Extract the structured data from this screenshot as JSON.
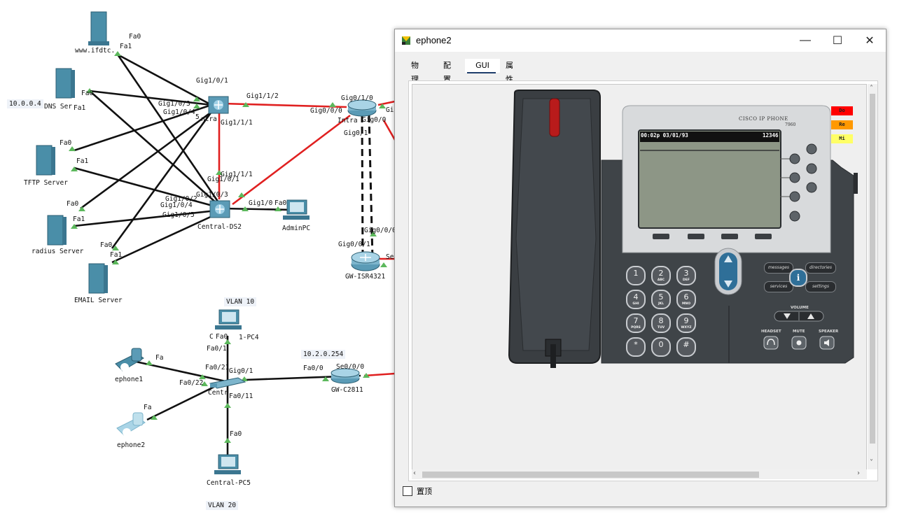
{
  "topology": {
    "devices": {
      "www": "www.ifdtc.",
      "dns": "DNS Ser",
      "dns_ip": "10.0.0.4",
      "tftp": "TFTP Server",
      "radius": "radius Server",
      "email": "EMAIL Server",
      "ds2": "Central-DS2",
      "admin": "AdminPC",
      "gw4321": "GW-ISR4321",
      "gw2811": "GW-C2811",
      "gw2811_ip": "10.2.0.254",
      "ephone1": "ephone1",
      "ephone2": "ephone2",
      "pc4": "1-PC4",
      "pc5": "Central-PC5",
      "central_sw": "Centr",
      "vlan10": "VLAN  10",
      "vlan20": "VLAN  20",
      "core_partial": "ntra",
      "router_partial": "Intra"
    },
    "ports": [
      "Fa0",
      "Fa1",
      "Fa0",
      "Fa1",
      "Fa0",
      "Fa1",
      "Fa0",
      "Fa1",
      "Fa0",
      "Fa1",
      "Gig1/0/1",
      "Gig1/0/3",
      "Gig1/0/4",
      "5",
      "Gig1/1/2",
      "Gig1/1/1",
      "Gig0/1/0",
      "Gig0/0/0",
      "Gig0/0",
      "Gig0/1",
      "Gig",
      "Gig1/1/1",
      "Gig1/0/1",
      "Gig1/0/3",
      "Gig1/0/2",
      "Gig1/0/4",
      "Gig1/0/5",
      "Gig1/0",
      "Fa0",
      "Gig0/0/0",
      "Gig0/0/1",
      "Se",
      "Fa0",
      "Fa0/1",
      "C",
      "Fa",
      "Fa0/21",
      "Gig0/1",
      "Fa0/22",
      "Fa0/11",
      "Fa",
      "Fa0",
      "Fa0/0",
      "Se0/0/0"
    ]
  },
  "window": {
    "title": "ephone2",
    "tabs": [
      "物理",
      "配置",
      "GUI",
      "属性"
    ],
    "active_tab": "GUI",
    "pin_label": "置顶",
    "minimize": "—",
    "maximize": "☐",
    "close": "✕"
  },
  "phone": {
    "brand": "CISCO IP PHONE",
    "model": "7960",
    "lcd_time": "00:02p 03/01/93",
    "lcd_ext": "12346",
    "side_buttons": [
      "Do",
      "Re",
      "Mi"
    ],
    "side_colors": [
      "#ff0000",
      "#ff9900",
      "#ffff66"
    ],
    "keys": [
      {
        "num": "1",
        "sub": ""
      },
      {
        "num": "2",
        "sub": "ABC"
      },
      {
        "num": "3",
        "sub": "DEF"
      },
      {
        "num": "4",
        "sub": "GHI"
      },
      {
        "num": "5",
        "sub": "JKL"
      },
      {
        "num": "6",
        "sub": "MNO"
      },
      {
        "num": "7",
        "sub": "PQRS"
      },
      {
        "num": "8",
        "sub": "TUV"
      },
      {
        "num": "9",
        "sub": "WXYZ"
      },
      {
        "num": "*",
        "sub": ""
      },
      {
        "num": "0",
        "sub": ""
      },
      {
        "num": "#",
        "sub": ""
      }
    ],
    "func": {
      "messages": "messages",
      "directories": "directories",
      "services": "services",
      "settings": "settings",
      "info": "i"
    },
    "volume": "VOLUME",
    "headset": "HEADSET",
    "mute": "MUTE",
    "speaker": "SPEAKER"
  },
  "colors": {
    "link_red": "#e02020",
    "link_black": "#111111",
    "port_green": "#5cb85c"
  }
}
